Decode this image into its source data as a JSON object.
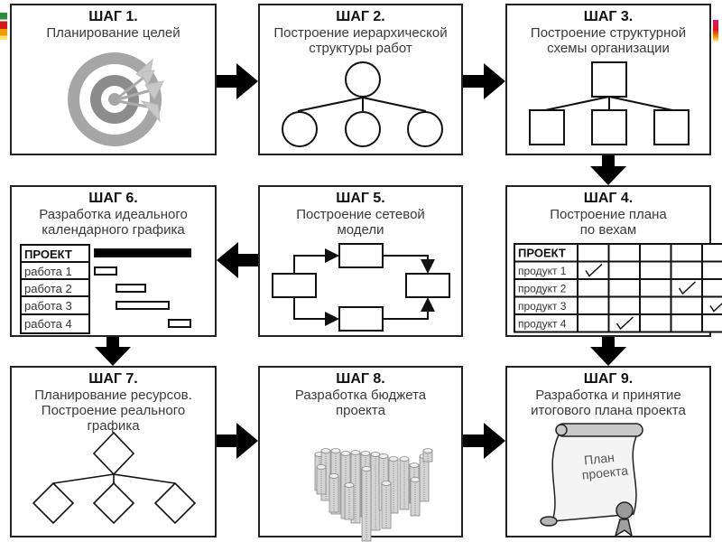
{
  "steps": [
    {
      "title": "ШАГ 1.",
      "subtitle": "Планирование целей",
      "illustration": "target-with-darts-icon"
    },
    {
      "title": "ШАГ 2.",
      "subtitle": "Построение иерархической структуры работ",
      "illustration": "circle-hierarchy"
    },
    {
      "title": "ШАГ 3.",
      "subtitle": "Построение структурной схемы организации",
      "illustration": "square-hierarchy"
    },
    {
      "title": "ШАГ 4.",
      "subtitle": "Построение плана по вехам",
      "milestone_table": {
        "header": "ПРОЕКТ",
        "rows": [
          {
            "label": "продукт 1",
            "check_column": 1
          },
          {
            "label": "продукт 2",
            "check_column": 4
          },
          {
            "label": "продукт 3",
            "check_column": 5
          },
          {
            "label": "продукт 4",
            "check_column": 2
          }
        ],
        "columns": 5
      }
    },
    {
      "title": "ШАГ 5.",
      "subtitle": "Построение сетевой модели",
      "illustration": "network-model"
    },
    {
      "title": "ШАГ 6.",
      "subtitle": "Разработка идеального календарного графика",
      "gantt": {
        "header": "ПРОЕКТ",
        "rows": [
          "работа 1",
          "работа 2",
          "работа 3",
          "работа 4"
        ]
      }
    },
    {
      "title": "ШАГ 7.",
      "subtitle": "Планирование ресурсов. Построение реального графика",
      "illustration": "diamond-hierarchy"
    },
    {
      "title": "ШАГ 8.",
      "subtitle": "Разработка бюджета проекта",
      "illustration": "coin-stacks-map-icon"
    },
    {
      "title": "ШАГ 9.",
      "subtitle": "Разработка и принятие итогового плана проекта",
      "scroll_text": "План проекта"
    }
  ],
  "sub_lines": {
    "s1": [
      "Планирование целей"
    ],
    "s2": [
      "Построение иерархической",
      "структуры работ"
    ],
    "s3": [
      "Построение структурной",
      "схемы организации"
    ],
    "s4": [
      "Построение плана",
      "по вехам"
    ],
    "s5": [
      "Построение сетевой",
      "модели"
    ],
    "s6": [
      "Разработка идеального",
      "календарного графика"
    ],
    "s7": [
      "Планирование ресурсов.",
      "Построение реального",
      "графика"
    ],
    "s8": [
      "Разработка бюджета",
      "проекта"
    ],
    "s9": [
      "Разработка и принятие",
      "итогового плана проекта"
    ],
    "scroll": [
      "План",
      "проекта"
    ]
  },
  "colors": {
    "border": "#222222",
    "arrow": "#000000",
    "target_outer": "#a6a6a6",
    "target_inner": "#8c8c8c"
  }
}
